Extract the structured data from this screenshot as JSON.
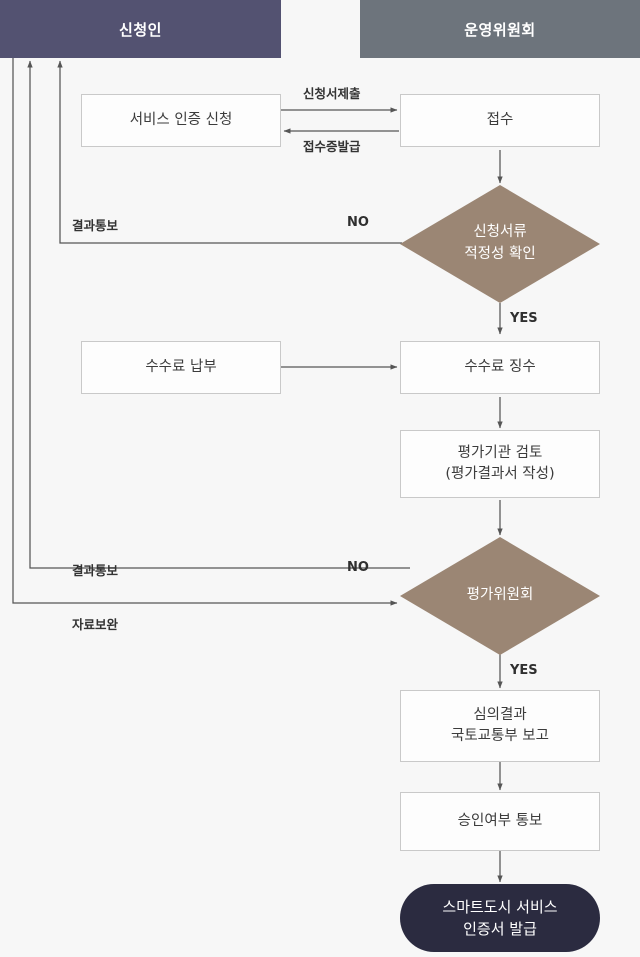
{
  "diagram": {
    "title_lane_left": "신청인",
    "title_lane_right": "운영위원회",
    "colors": {
      "lane_left": "#535271",
      "lane_right": "#6d747c",
      "decision": "#9b8674",
      "terminal": "#2b2b40",
      "background": "#f7f7f7",
      "box_border": "#c9c9c9",
      "connector": "#555555"
    },
    "nodes": {
      "apply": {
        "line1": "서비스 인증 신청"
      },
      "receive": {
        "line1": "접수"
      },
      "decision1": {
        "line1": "신청서류",
        "line2": "적정성 확인"
      },
      "fee_pay": {
        "line1": "수수료 납부"
      },
      "fee_collect": {
        "line1": "수수료 징수"
      },
      "review": {
        "line1": "평가기관 검토",
        "line2": "(평가결과서 작성)"
      },
      "decision2": {
        "line1": "평가위원회"
      },
      "report": {
        "line1": "심의결과",
        "line2": "국토교통부 보고"
      },
      "approval_notice": {
        "line1": "승인여부 통보"
      },
      "certificate": {
        "line1": "스마트도시 서비스",
        "line2": "인증서 발급"
      }
    },
    "edges": {
      "submit_application": "신청서제출",
      "issue_receipt": "접수증발급",
      "result_notice_1": "결과통보",
      "no_1": "NO",
      "yes_1": "YES",
      "result_notice_2": "결과통보",
      "no_2": "NO",
      "yes_2": "YES",
      "supplement_data": "자료보완"
    }
  }
}
